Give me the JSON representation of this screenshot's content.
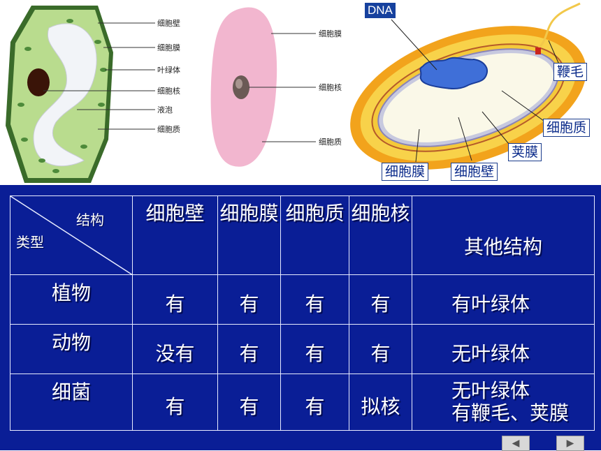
{
  "plant_cell": {
    "labels": [
      "细胞壁",
      "细胞膜",
      "叶绿体",
      "细胞核",
      "液泡",
      "细胞质"
    ]
  },
  "animal_cell": {
    "labels": [
      "细胞膜",
      "细胞核",
      "细胞质"
    ]
  },
  "bacteria": {
    "dna": "DNA",
    "flagellum": "鞭毛",
    "cytoplasm": "细胞质",
    "capsule": "荚膜",
    "membrane": "细胞膜",
    "wall": "细胞壁"
  },
  "table": {
    "corner_top": "结构",
    "corner_bottom": "类型",
    "headers": [
      "细胞壁",
      "细胞膜",
      "细胞质",
      "细胞核",
      "其他结构"
    ],
    "rows": [
      {
        "type": "植物",
        "cells": [
          "有",
          "有",
          "有",
          "有"
        ],
        "other": [
          "有叶绿体"
        ]
      },
      {
        "type": "动物",
        "cells": [
          "没有",
          "有",
          "有",
          "有"
        ],
        "other": [
          "无叶绿体"
        ]
      },
      {
        "type": "细菌",
        "cells": [
          "有",
          "有",
          "有",
          "拟核"
        ],
        "other": [
          "无叶绿体",
          "有鞭毛、荚膜"
        ]
      }
    ]
  },
  "nav": {
    "prev_icon": "◀",
    "next_icon": "▶"
  }
}
